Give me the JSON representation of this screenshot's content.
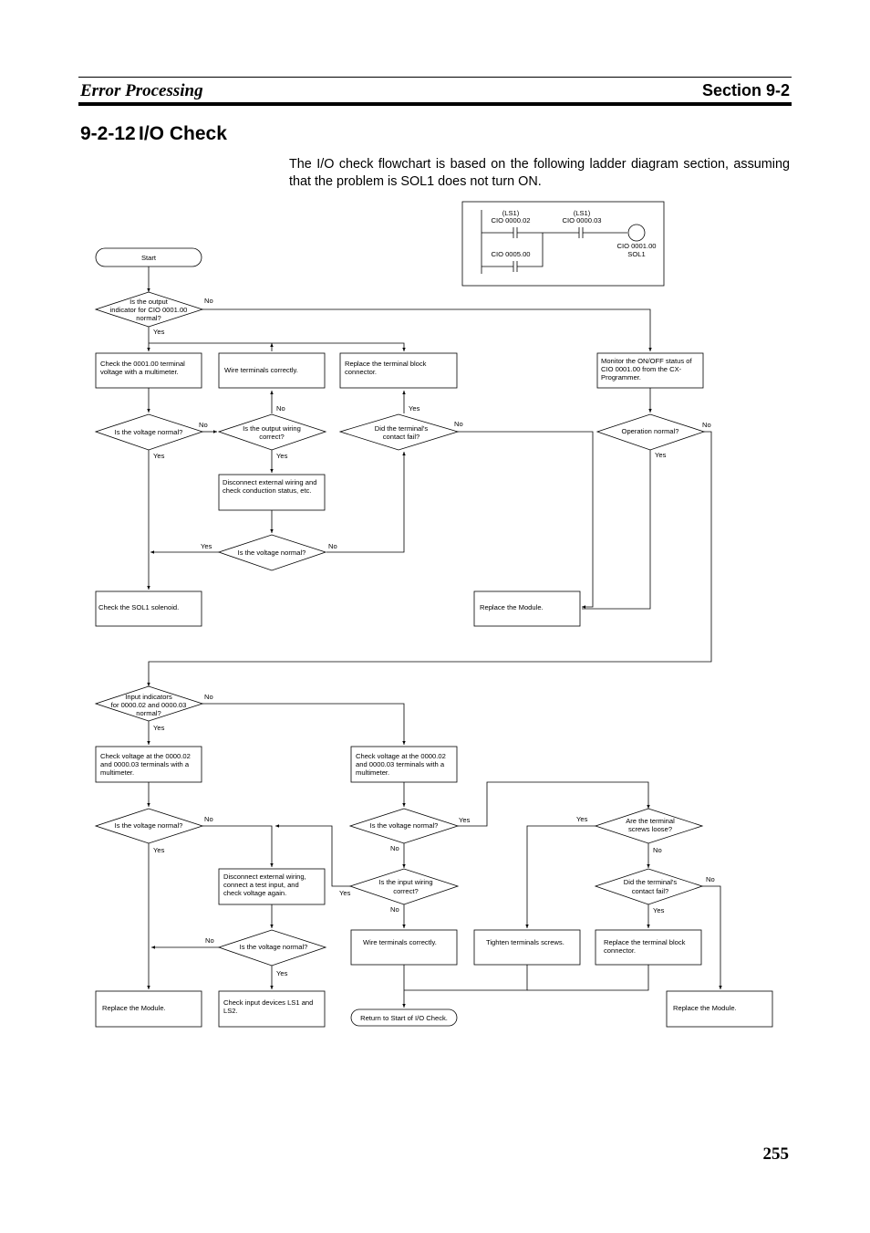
{
  "header": {
    "chapter": "Error Processing",
    "section": "Section 9-2"
  },
  "section": {
    "number": "9-2-12",
    "title": "I/O Check"
  },
  "intro": "The I/O check flowchart is based on the following ladder diagram section, assuming that the problem is SOL1 does not turn ON.",
  "ladder": {
    "contact1_label": "(LS1)",
    "contact1_addr": "CIO 0000.02",
    "contact2_label": "(LS1)",
    "contact2_addr": "CIO 0000.03",
    "contact3_addr": "CIO 0005.00",
    "coil_addr": "CIO 0001.00",
    "coil_label": "SOL1"
  },
  "flow1": {
    "start": "Start",
    "d_output_indicator": [
      "Is the output",
      "indicator for CIO 0001.00",
      "normal?"
    ],
    "b_check_terminal_voltage": [
      "Check the 0001.00 terminal",
      "voltage with a multimeter."
    ],
    "b_wire_terminals": "Wire terminals correctly.",
    "b_replace_terminal_block": [
      "Replace the terminal block",
      "connector."
    ],
    "b_monitor": [
      "Monitor the ON/OFF status of",
      "CIO 0001.00 from the CX-",
      "Programmer."
    ],
    "d_voltage_normal_1": "Is the voltage normal?",
    "d_output_wiring": [
      "Is the output wiring",
      "correct?"
    ],
    "d_terminal_contact": [
      "Did the terminal's",
      "contact fail?"
    ],
    "d_operation_normal": "Operation normal?",
    "b_disconnect": [
      "Disconnect external wiring and",
      "check conduction status, etc."
    ],
    "d_voltage_normal_2": "Is the voltage normal?",
    "b_check_solenoid": "Check the SOL1 solenoid.",
    "b_replace_module": "Replace the Module."
  },
  "flow2": {
    "d_input_indicators": [
      "Input indicators",
      "for 0000.02 and 0000.03",
      "normal?"
    ],
    "b_check_voltage_a": [
      "Check voltage at the 0000.02",
      "and 0000.03 terminals with a",
      "multimeter."
    ],
    "b_check_voltage_b": [
      "Check voltage at the 0000.02",
      "and 0000.03 terminals with a",
      "multimeter."
    ],
    "d_voltage_normal_a": "Is the voltage normal?",
    "d_voltage_normal_b": "Is the voltage normal?",
    "d_screws_loose": [
      "Are the terminal",
      "screws loose?"
    ],
    "b_disconnect_test": [
      "Disconnect external wiring,",
      "connect a test input, and",
      "check voltage again."
    ],
    "d_input_wiring": [
      "Is the input wiring",
      "correct?"
    ],
    "d_terminal_contact": [
      "Did the terminal's",
      "contact fail?"
    ],
    "d_voltage_normal_c": "Is the voltage normal?",
    "b_wire_terminals": "Wire terminals correctly.",
    "b_tighten": "Tighten terminals screws.",
    "b_replace_terminal_block": [
      "Replace the terminal block",
      "connector."
    ],
    "b_replace_module_a": "Replace the Module.",
    "b_check_inputs": [
      "Check input devices LS1 and",
      "LS2."
    ],
    "t_return": "Return to Start of I/O Check.",
    "b_replace_module_b": "Replace the Module."
  },
  "labels": {
    "yes": "Yes",
    "no": "No"
  },
  "page_number": "255"
}
